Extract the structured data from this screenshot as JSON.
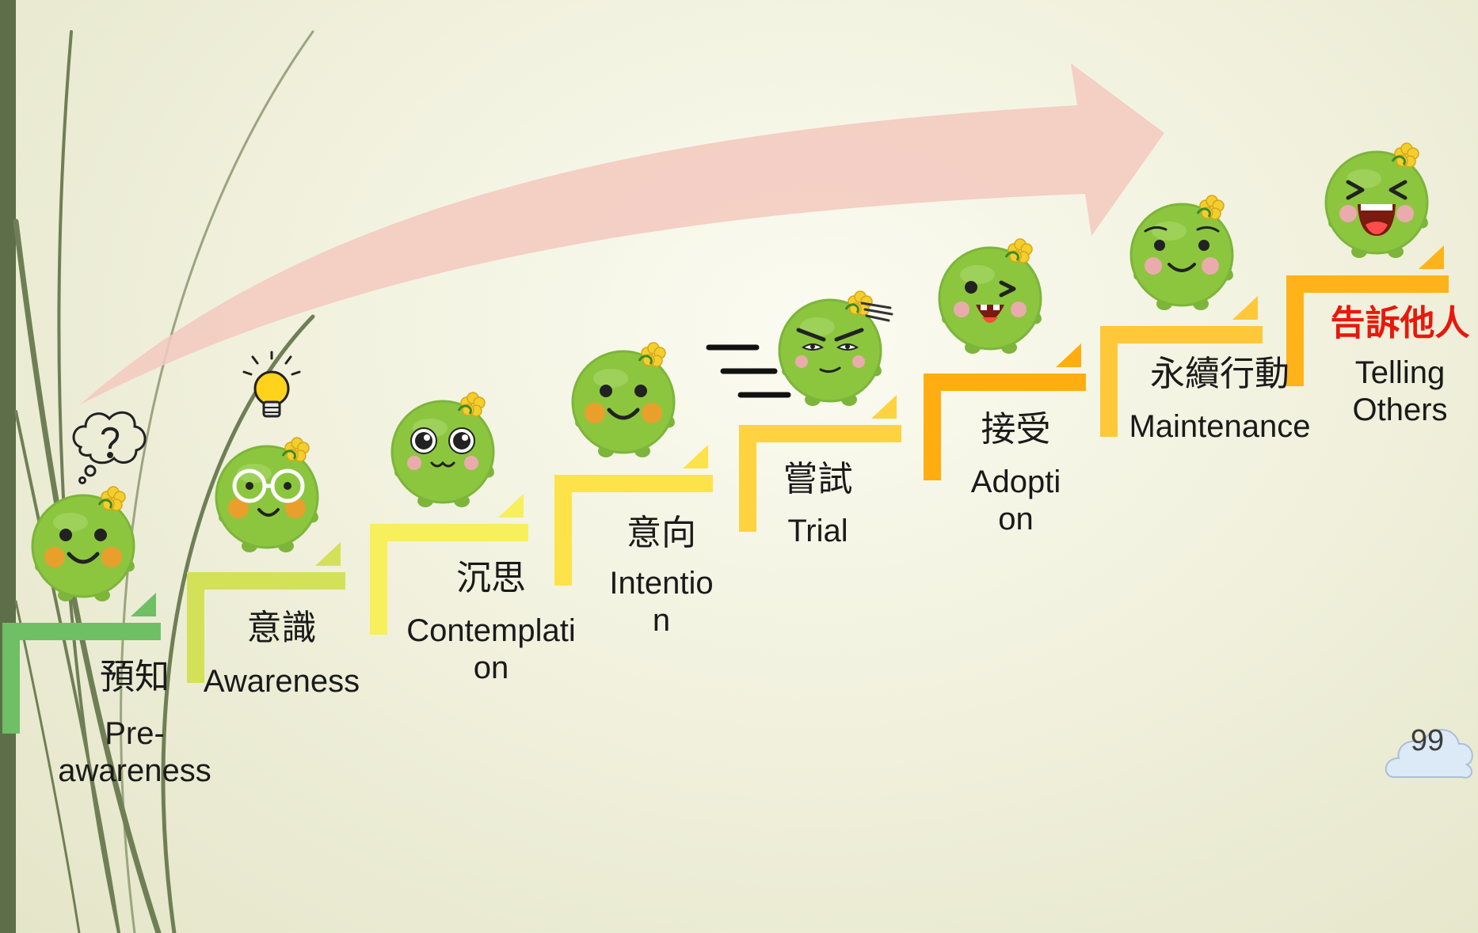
{
  "theme": {
    "left_bar": "#5d6e49",
    "arrow": "#f4c9bf",
    "character_green": "#8cc63f",
    "highlight_text": "#e8180c"
  },
  "stages": [
    {
      "id": "pre-awareness",
      "zh": "預知",
      "en": "Pre-awareness",
      "step_color": "#6fbf64",
      "expression": "smile",
      "prop": "question-thought-bubble-icon"
    },
    {
      "id": "awareness",
      "zh": "意識",
      "en": "Awareness",
      "step_color": "#d3e158",
      "expression": "glasses",
      "prop": "light-bulb-icon"
    },
    {
      "id": "contemplation",
      "zh": "沉思",
      "en": "Contemplati\non",
      "step_color": "#f7ef5c",
      "expression": "big-eyes",
      "prop": ""
    },
    {
      "id": "intention",
      "zh": "意向",
      "en": "Intentio\nn",
      "step_color": "#fde349",
      "expression": "smile",
      "prop": ""
    },
    {
      "id": "trial",
      "zh": "嘗試",
      "en": "Trial",
      "step_color": "#ffd23f",
      "expression": "determined",
      "prop": "speed-lines-icon"
    },
    {
      "id": "adoption",
      "zh": "接受",
      "en": "Adopti\non",
      "step_color": "#ffad10",
      "expression": "wink",
      "prop": ""
    },
    {
      "id": "maintenance",
      "zh": "永續行動",
      "en": "Maintenance",
      "step_color": "#ffc838",
      "expression": "content",
      "prop": ""
    },
    {
      "id": "telling-others",
      "zh": "告訴他人",
      "en": "Telling\nOthers",
      "step_color": "#ffb31a",
      "expression": "laugh",
      "prop": "",
      "highlight": true
    }
  ],
  "page": {
    "number": "99",
    "badge_icon": "cloud-icon"
  }
}
